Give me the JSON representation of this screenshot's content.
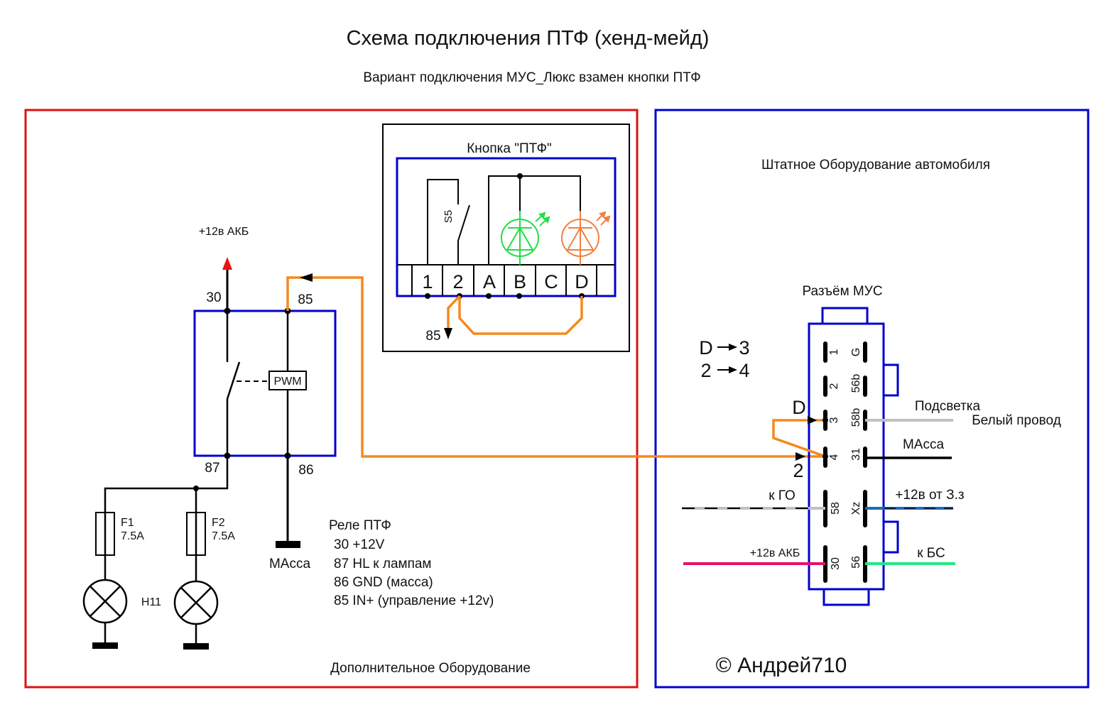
{
  "header": {
    "title": "Схема подключения  ПТФ (хенд-мейд)",
    "subtitle": "Вариант подключения  МУС_Люкс взамен  кнопки ПТФ"
  },
  "colors": {
    "left_panel_border": "#dd1111",
    "right_panel_border": "#0000cc",
    "control_wire": "#f28a1e",
    "white_wire": "#c0c0c0",
    "blue_wire": "#1a6fb0",
    "battery_wire": "#e8106a",
    "bs_wire": "#22e884",
    "led_green": "#22dd44",
    "led_orange": "#f08040",
    "battery_arrow": "#ee1111"
  },
  "left_panel": {
    "caption": "Дополнительное Оборудование",
    "battery_label": "+12в АКБ",
    "relay": {
      "pins": {
        "p30": "30",
        "p85": "85",
        "p87": "87",
        "p86": "86"
      },
      "pwm_label": "PWM",
      "ground_label": "МАсса"
    },
    "fuses": [
      {
        "name": "F1",
        "rating": "7.5A"
      },
      {
        "name": "F2",
        "rating": "7.5A"
      }
    ],
    "lamp_label": "H11",
    "legend": {
      "title": "Реле ПТФ",
      "lines": [
        "30 +12V",
        "87 HL к лампам",
        "86 GND (масса)",
        "85 IN+ (управление +12v)"
      ]
    },
    "button": {
      "title": "Кнопка \"ПТФ\"",
      "switch_label": "S5",
      "terminals": [
        "1",
        "2",
        "A",
        "B",
        "C",
        "D"
      ],
      "out_label": "85"
    }
  },
  "right_panel": {
    "caption": "Штатное Оборудование автомобиля",
    "copyright": "© Андрей710",
    "mapping": [
      "D",
      "3",
      "2",
      "4"
    ],
    "connector_title": "Разъём  МУС",
    "left_pins": [
      "1",
      "2",
      "3",
      "4",
      "58",
      "30"
    ],
    "right_pins": [
      "G",
      "56b",
      "58b",
      "31",
      "Xz",
      "56"
    ],
    "wire_in_labels": {
      "d": "D",
      "two": "2"
    },
    "wires": {
      "backlight": "Подсветка",
      "white_wire": "Белый провод",
      "ground": "МАсса",
      "to_headlight": "к ГО",
      "ignition": "+12в от З.з",
      "battery": "+12в АКБ",
      "to_bs": "к БС"
    }
  }
}
